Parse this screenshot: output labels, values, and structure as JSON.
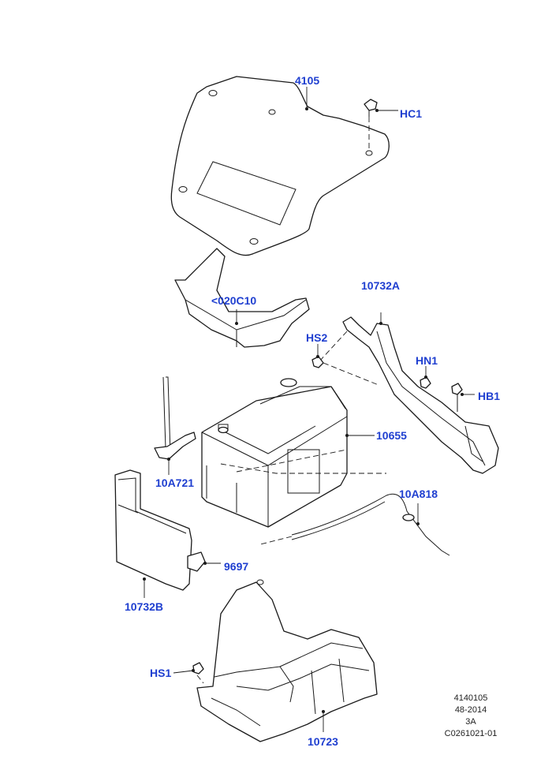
{
  "callouts": {
    "c4105": "4105",
    "hc1": "HC1",
    "c020c10": "<020C10",
    "c10732a": "10732A",
    "hs2": "HS2",
    "hn1": "HN1",
    "hb1": "HB1",
    "c10655": "10655",
    "c10a721": "10A721",
    "c10a818": "10A818",
    "c9697": "9697",
    "c10732b": "10732B",
    "hs1": "HS1",
    "c10723": "10723"
  },
  "reference": {
    "line1": "4140105",
    "line2": "48-2014",
    "line3": "3A",
    "line4": "C0261021-01"
  },
  "colors": {
    "callout": "#1f3fd0",
    "outline": "#1a1a1a"
  }
}
